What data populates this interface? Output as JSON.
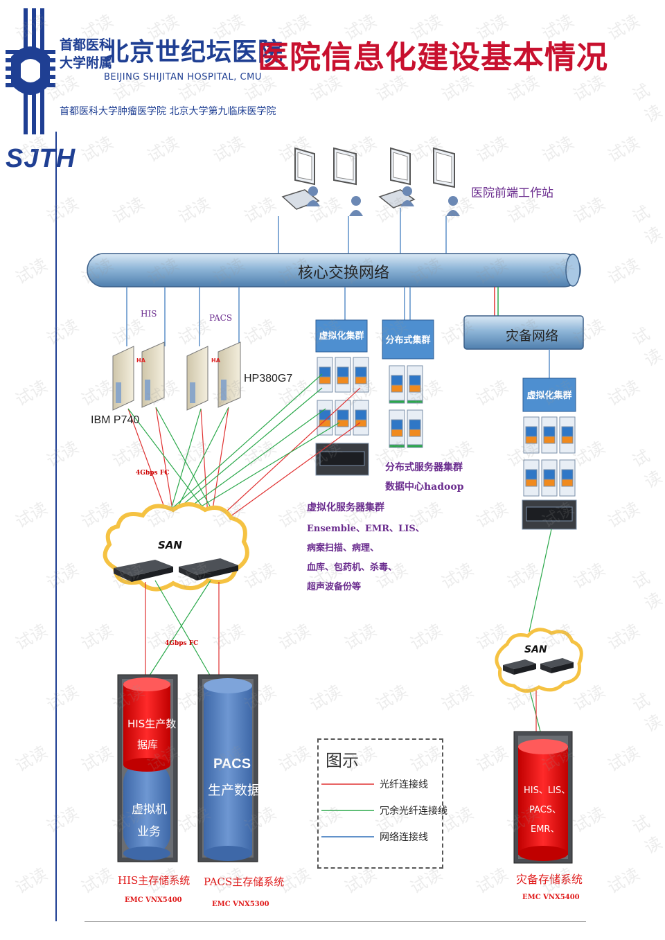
{
  "header": {
    "university_line1": "首都医科",
    "university_line2": "大学附属",
    "hospital_name": "北京世纪坛医院",
    "hospital_en": "BEIJING SHIJITAN HOSPITAL, CMU",
    "title": "医院信息化建设基本情况",
    "subtitle": "首都医科大学肿瘤医学院   北京大学第九临床医学院",
    "logo_text": "SJTH"
  },
  "diagram": {
    "workstation_label": "医院前端工作站",
    "core_network": "核心交换网络",
    "dr_network": "灾备网络",
    "his_label": "HIS",
    "pacs_label": "PACS",
    "ibm_label": "IBM P740",
    "hp_label": "HP380G7",
    "fc_label_1": "4Gbps FC",
    "fc_label_2": "4Gbps FC",
    "virt_cluster": "虚拟化集群",
    "dist_cluster": "分布式集群",
    "dr_virt_cluster": "虚拟化集群",
    "dist_caption_1": "分布式服务器集群",
    "dist_caption_2": "数据中心hadoop",
    "virt_caption_title": "虚拟化服务器集群",
    "virt_caption_lines": [
      "Ensemble、EMR、LIS、",
      "病案扫描、病理、",
      "血库、包药机、杀毒、",
      "超声波备份等"
    ],
    "san_main": "SAN",
    "san_dr": "SAN",
    "his_db_1": "HIS生产数",
    "his_db_2": "据库",
    "vm_biz_1": "虚拟机",
    "vm_biz_2": "业务",
    "pacs_db_1": "PACS",
    "pacs_db_2": "生产数据",
    "dr_db_lines": [
      "HIS、LIS、",
      "PACS、",
      "EMR、"
    ],
    "his_storage": "HIS主存储系统",
    "his_storage_model": "EMC VNX5400",
    "pacs_storage": "PACS主存储系统",
    "pacs_storage_model": "EMC VNX5300",
    "dr_storage": "灾备存储系统",
    "dr_storage_model": "EMC VNX5400",
    "ha_label": "HA"
  },
  "legend": {
    "title": "图示",
    "items": [
      {
        "label": "光纤连接线",
        "color": "#e03030"
      },
      {
        "label": "冗余光纤连接线",
        "color": "#2aa84a"
      },
      {
        "label": "网络连接线",
        "color": "#2f6fb8"
      }
    ]
  },
  "watermark": "试读",
  "colors": {
    "brand_blue": "#1f3f93",
    "title_red": "#c8102e",
    "pipe_blue": "#8fb6d8",
    "db_red": "#ee1c1c",
    "db_blue": "#5a86c4"
  }
}
